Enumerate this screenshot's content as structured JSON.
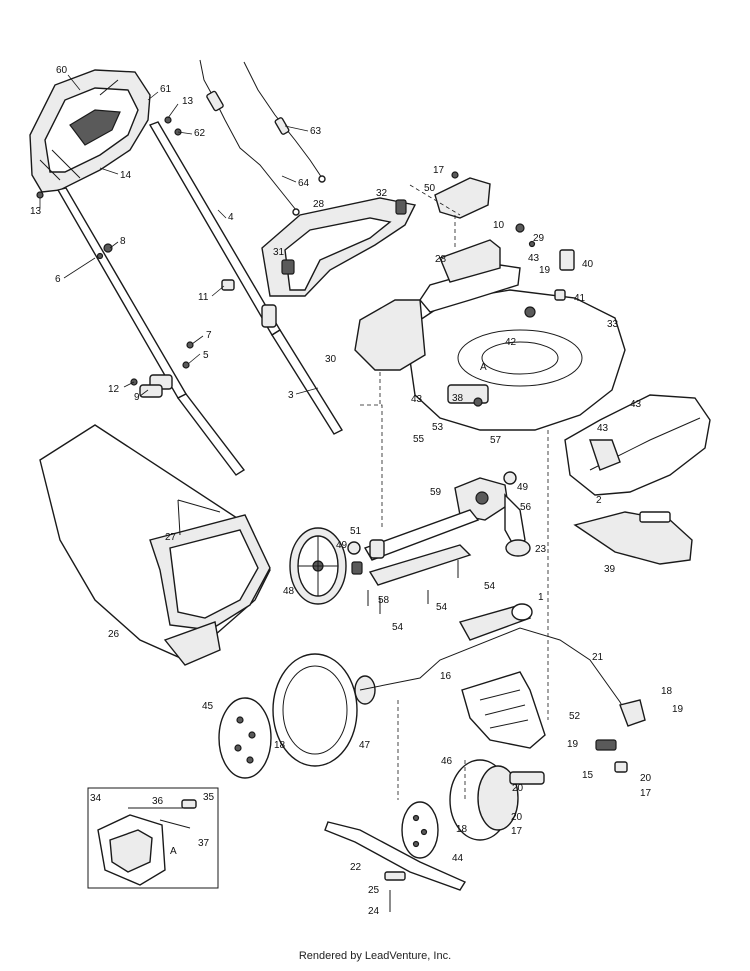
{
  "credit": "Rendered by LeadVenture, Inc.",
  "callouts": [
    {
      "id": "c60",
      "text": "60"
    },
    {
      "id": "c61",
      "text": "61"
    },
    {
      "id": "c13a",
      "text": "13"
    },
    {
      "id": "c62",
      "text": "62"
    },
    {
      "id": "c14",
      "text": "14"
    },
    {
      "id": "c13b",
      "text": "13"
    },
    {
      "id": "c63",
      "text": "63"
    },
    {
      "id": "c64",
      "text": "64"
    },
    {
      "id": "c4",
      "text": "4"
    },
    {
      "id": "c8",
      "text": "8"
    },
    {
      "id": "c6",
      "text": "6"
    },
    {
      "id": "c11",
      "text": "11"
    },
    {
      "id": "c7",
      "text": "7"
    },
    {
      "id": "c5",
      "text": "5"
    },
    {
      "id": "c12",
      "text": "12"
    },
    {
      "id": "c9",
      "text": "9"
    },
    {
      "id": "c3",
      "text": "3"
    },
    {
      "id": "c17a",
      "text": "17"
    },
    {
      "id": "c50",
      "text": "50"
    },
    {
      "id": "c32",
      "text": "32"
    },
    {
      "id": "c28a",
      "text": "28"
    },
    {
      "id": "c31",
      "text": "31"
    },
    {
      "id": "c10",
      "text": "10"
    },
    {
      "id": "c29",
      "text": "29"
    },
    {
      "id": "c28b",
      "text": "28"
    },
    {
      "id": "c43a",
      "text": "43"
    },
    {
      "id": "c19a",
      "text": "19"
    },
    {
      "id": "c40",
      "text": "40"
    },
    {
      "id": "c41",
      "text": "41"
    },
    {
      "id": "c33",
      "text": "33"
    },
    {
      "id": "c42",
      "text": "42"
    },
    {
      "id": "cA1",
      "text": "A"
    },
    {
      "id": "c30",
      "text": "30"
    },
    {
      "id": "c43b",
      "text": "43"
    },
    {
      "id": "c38",
      "text": "38"
    },
    {
      "id": "c43c",
      "text": "43"
    },
    {
      "id": "c43d",
      "text": "43"
    },
    {
      "id": "c53",
      "text": "53"
    },
    {
      "id": "c55",
      "text": "55"
    },
    {
      "id": "c57",
      "text": "57"
    },
    {
      "id": "c49a",
      "text": "49"
    },
    {
      "id": "c59",
      "text": "59"
    },
    {
      "id": "c56",
      "text": "56"
    },
    {
      "id": "c2",
      "text": "2"
    },
    {
      "id": "c27",
      "text": "27"
    },
    {
      "id": "c51",
      "text": "51"
    },
    {
      "id": "c49b",
      "text": "49"
    },
    {
      "id": "c23",
      "text": "23"
    },
    {
      "id": "c39",
      "text": "39"
    },
    {
      "id": "c48",
      "text": "48"
    },
    {
      "id": "c54a",
      "text": "54"
    },
    {
      "id": "c58",
      "text": "58"
    },
    {
      "id": "c54b",
      "text": "54"
    },
    {
      "id": "c54c",
      "text": "54"
    },
    {
      "id": "c1",
      "text": "1"
    },
    {
      "id": "c26",
      "text": "26"
    },
    {
      "id": "c21",
      "text": "21"
    },
    {
      "id": "c16",
      "text": "16"
    },
    {
      "id": "c18a",
      "text": "18"
    },
    {
      "id": "c19b",
      "text": "19"
    },
    {
      "id": "c45",
      "text": "45"
    },
    {
      "id": "c18b",
      "text": "18"
    },
    {
      "id": "c47",
      "text": "47"
    },
    {
      "id": "c52",
      "text": "52"
    },
    {
      "id": "c19c",
      "text": "19"
    },
    {
      "id": "c46",
      "text": "46"
    },
    {
      "id": "c15",
      "text": "15"
    },
    {
      "id": "c20a",
      "text": "20"
    },
    {
      "id": "c20b",
      "text": "20"
    },
    {
      "id": "c17b",
      "text": "17"
    },
    {
      "id": "c34",
      "text": "34"
    },
    {
      "id": "c36",
      "text": "36"
    },
    {
      "id": "c35",
      "text": "35"
    },
    {
      "id": "c37",
      "text": "37"
    },
    {
      "id": "cA2",
      "text": "A"
    },
    {
      "id": "c18c",
      "text": "18"
    },
    {
      "id": "c20c",
      "text": "20"
    },
    {
      "id": "c17c",
      "text": "17"
    },
    {
      "id": "c44",
      "text": "44"
    },
    {
      "id": "c22",
      "text": "22"
    },
    {
      "id": "c25",
      "text": "25"
    },
    {
      "id": "c24",
      "text": "24"
    }
  ]
}
